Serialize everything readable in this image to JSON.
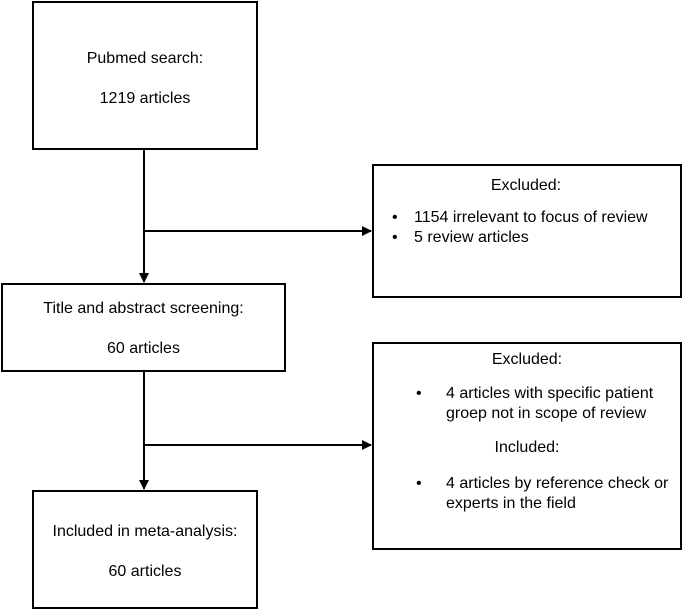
{
  "search": {
    "title": "Pubmed search:",
    "count": "1219 articles"
  },
  "screening": {
    "title": "Title and abstract screening:",
    "count": "60 articles"
  },
  "included_final": {
    "title": "Included in meta-analysis:",
    "count": "60 articles"
  },
  "excluded_first": {
    "heading": "Excluded:",
    "items": [
      "1154 irrelevant to focus of review",
      "5 review articles"
    ]
  },
  "second_side": {
    "excluded_heading": "Excluded:",
    "excluded_items": [
      "4 articles with specific patient groep not in scope of review"
    ],
    "included_heading": "Included:",
    "included_items": [
      "4 articles by reference check or experts in the field"
    ]
  },
  "bullet_glyph": "•",
  "colors": {
    "stroke": "#000000",
    "background": "#ffffff"
  }
}
